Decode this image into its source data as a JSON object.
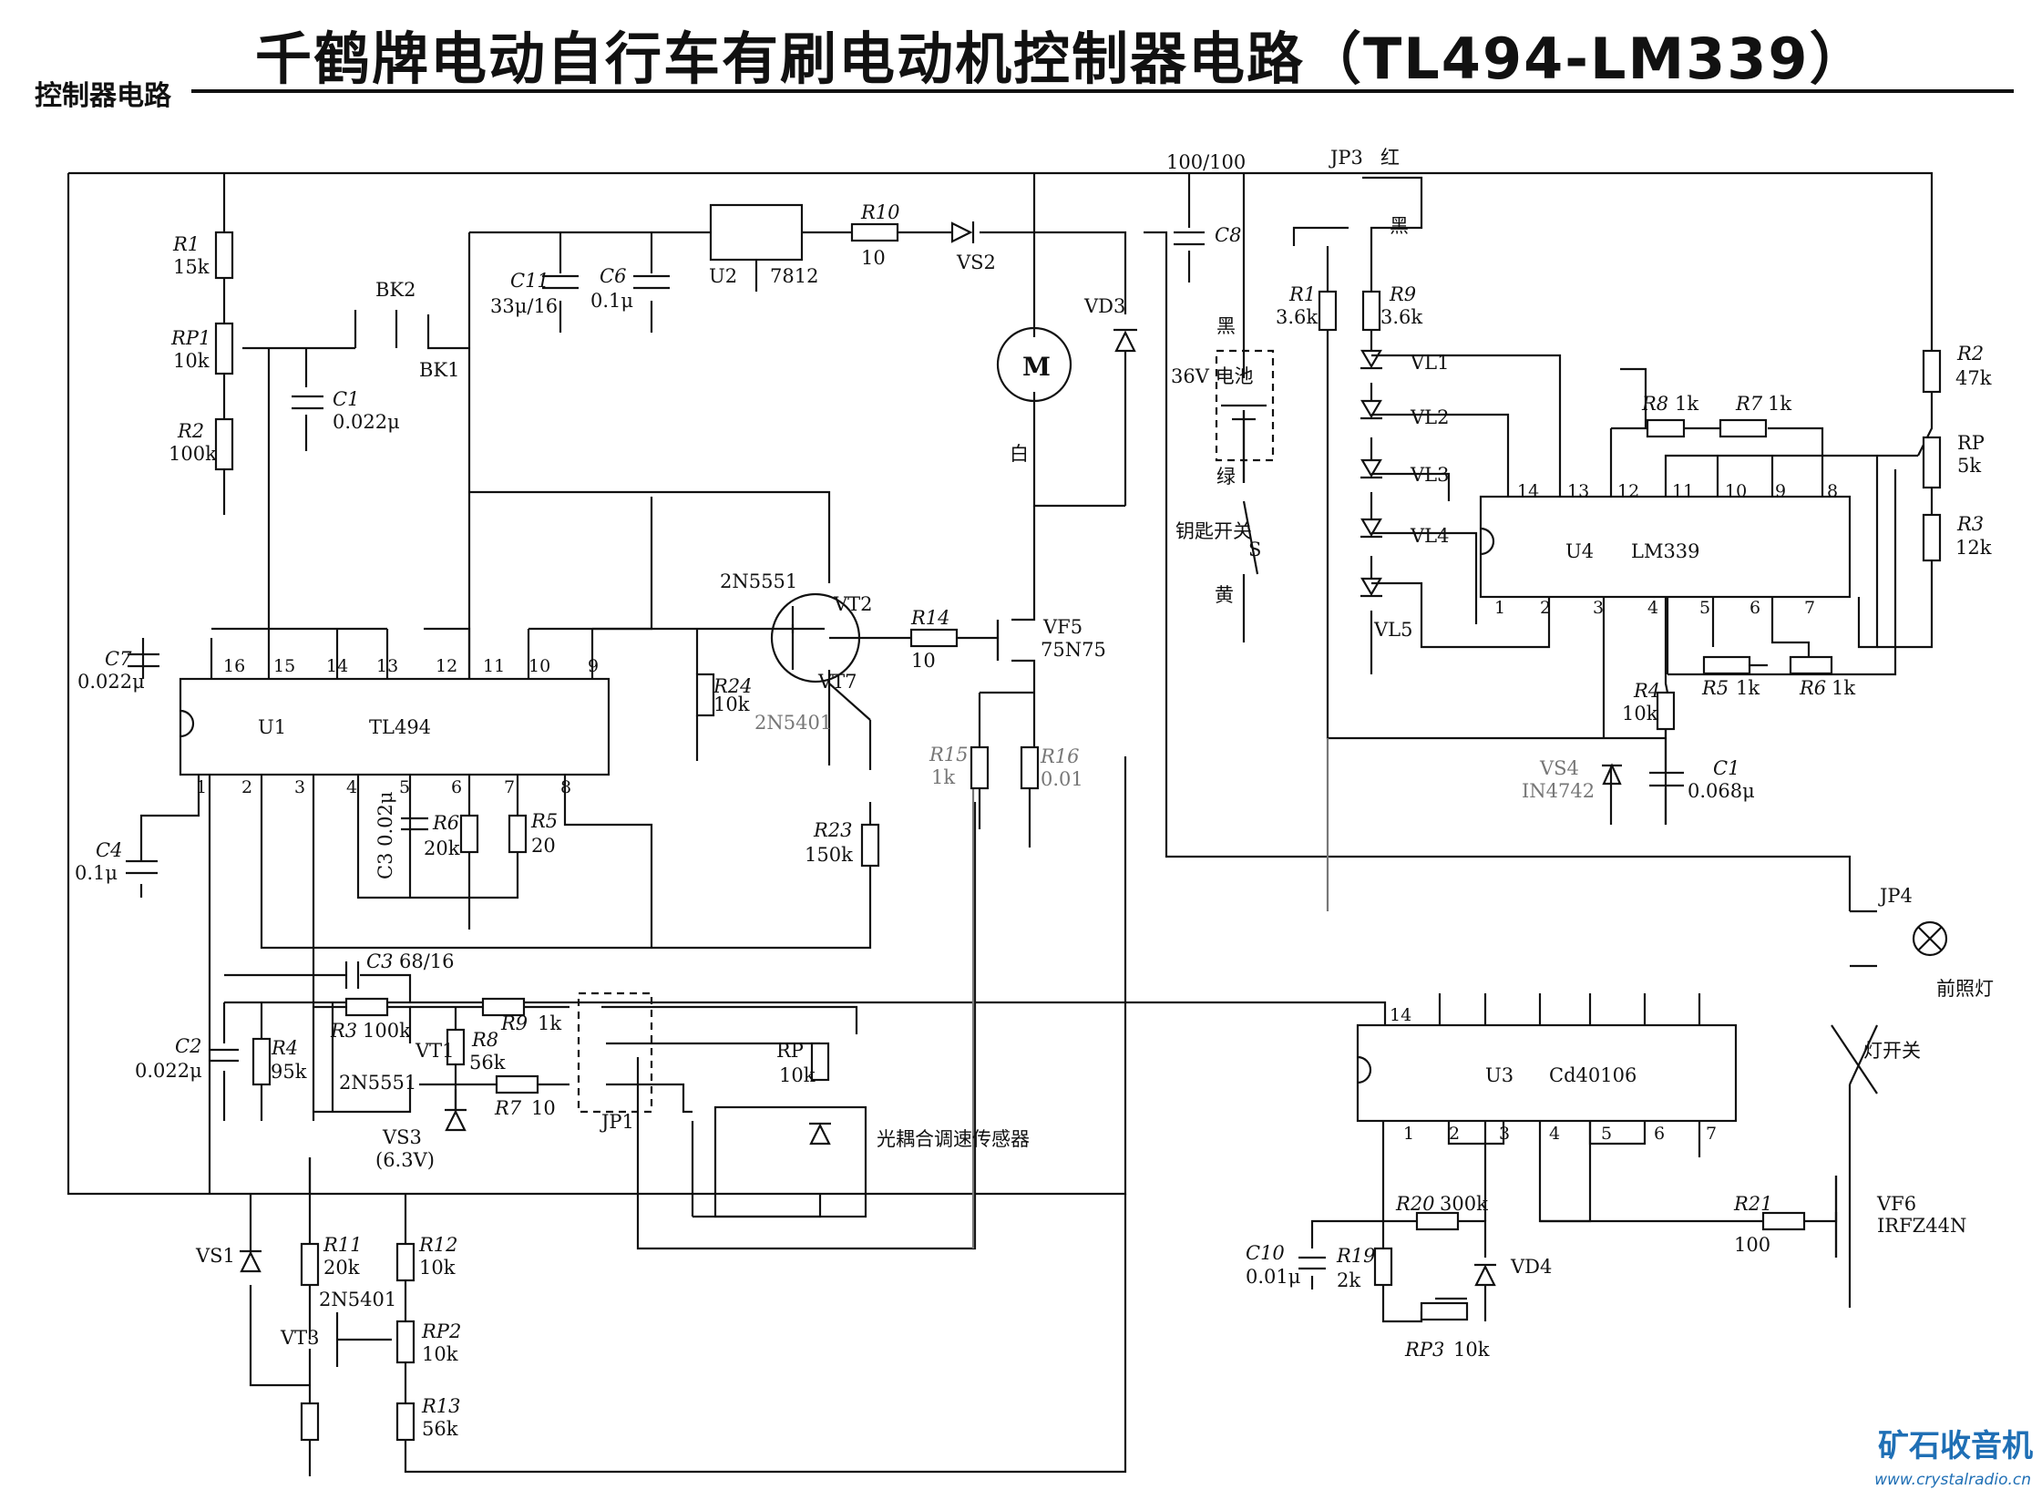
{
  "header": {
    "title": "千鹤牌电动自行车有刷电动机控制器电路（TL494-LM339）",
    "section_tag": "控制器电路"
  },
  "footer": {
    "logo": "矿石收音机",
    "url": "www.crystalradio.cn"
  },
  "chips": {
    "U1": {
      "ref": "U1",
      "part": "TL494",
      "top_pins": [
        "16",
        "15",
        "14",
        "13",
        "12",
        "11",
        "10",
        "9"
      ],
      "bottom_pins": [
        "1",
        "2",
        "3",
        "4",
        "5",
        "6",
        "7",
        "8"
      ]
    },
    "U2": {
      "ref": "U2",
      "part": "7812"
    },
    "U3": {
      "ref": "U3",
      "part": "Cd40106",
      "top_pins": [
        "14"
      ],
      "bottom_pins": [
        "1",
        "2",
        "3",
        "4",
        "5",
        "6",
        "7"
      ]
    },
    "U4": {
      "ref": "U4",
      "part": "LM339",
      "top_pins": [
        "14",
        "13",
        "12",
        "11",
        "10",
        "9",
        "8"
      ],
      "bottom_pins": [
        "1",
        "2",
        "3",
        "4",
        "5",
        "6",
        "7"
      ]
    }
  },
  "components": {
    "R1_left": "R1",
    "R1_left_val": "15k",
    "RP1": "RP1",
    "RP1_val": "10k",
    "R2_left": "R2",
    "R2_left_val": "100k",
    "C1_left": "C1",
    "C1_left_val": "0.022μ",
    "BK2": "BK2",
    "BK1": "BK1",
    "C11": "C11",
    "C11_val": "33μ/16",
    "C6": "C6",
    "C6_val": "0.1μ",
    "R10": "R10",
    "R10_val": "10",
    "VS2": "VS2",
    "C8_val": "100/100",
    "C8": "C8",
    "VD3": "VD3",
    "motor": "M",
    "motor_wire": "白",
    "battery_black": "黑",
    "battery_label": "36V 电池",
    "battery_green": "绿",
    "key_switch": "钥匙开关",
    "key_s": "S",
    "key_yellow": "黄",
    "JP3": "JP3",
    "JP3_red": "红",
    "JP3_black": "黑",
    "R1_right": "R1",
    "R1_right_val": "3.6k",
    "R9_right": "R9",
    "R9_right_val": "3.6k",
    "VL1": "VL1",
    "VL2": "VL2",
    "VL3": "VL3",
    "VL4": "VL4",
    "VL5": "VL5",
    "R8_right": "R8",
    "R8_right_val": "1k",
    "R7_right": "R7",
    "R7_right_val": "1k",
    "R2_right": "R2",
    "R2_right_val": "47k",
    "RP_right": "RP",
    "RP_right_val": "5k",
    "R3_right": "R3",
    "R3_right_val": "12k",
    "R4_right": "R4",
    "R4_right_val": "10k",
    "R5_right": "R5",
    "R5_right_val": "1k",
    "R6_right": "R6",
    "R6_right_val": "1k",
    "VS4": "VS4",
    "VS4_part": "IN4742",
    "C1_right": "C1",
    "C1_right_val": "0.068μ",
    "C7": "C7",
    "C7_val": "0.022μ",
    "C4": "C4",
    "C4_val": "0.1μ",
    "C3_mid": "C3 0.02μ",
    "R6_mid": "R6",
    "R6_mid_val": "20k",
    "R5_mid": "R5",
    "R5_mid_val": "20",
    "R24": "R24",
    "R24_val": "10k",
    "VT2_part": "2N5551",
    "VT2": "VT2",
    "VT7": "VT7",
    "VT7_part": "2N5401",
    "R14": "R14",
    "R14_val": "10",
    "VF5": "VF5",
    "VF5_part": "75N75",
    "R15": "R15",
    "R15_val": "1k",
    "R16": "R16",
    "R16_val": "0.01",
    "R23": "R23",
    "R23_val": "150k",
    "C3_low": "C3",
    "C3_low_val": "68/16",
    "C2": "C2",
    "C2_val": "0.022μ",
    "R4_low": "R4",
    "R4_low_val": "95k",
    "R3_low": "R3",
    "R3_low_val": "100k",
    "VT1": "VT1",
    "VT1_part": "2N5551",
    "R8_low": "R8",
    "R8_low_val": "56k",
    "R9_low": "R9",
    "R9_low_val": "1k",
    "R7_low": "R7",
    "R7_low_val": "10",
    "VS3": "VS3",
    "VS3_val": "(6.3V)",
    "JP1": "JP1",
    "RP_low": "RP",
    "RP_low_val": "10k",
    "optocoupler": "光耦合调速传感器",
    "VS1": "VS1",
    "R11": "R11",
    "R11_val": "20k",
    "R12": "R12",
    "R12_val": "10k",
    "VT3_part": "2N5401",
    "VT3": "VT3",
    "RP2": "RP2",
    "RP2_val": "10k",
    "R13": "R13",
    "R13_val": "56k",
    "R20": "R20",
    "R20_val": "300k",
    "C10": "C10",
    "C10_val": "0.01μ",
    "R19": "R19",
    "R19_val": "2k",
    "VD4": "VD4",
    "RP3": "RP3",
    "RP3_val": "10k",
    "R21": "R21",
    "R21_val": "100",
    "VF6": "VF6",
    "VF6_part": "IRFZ44N",
    "JP4": "JP4",
    "headlight": "前照灯",
    "light_switch": "灯开关"
  }
}
